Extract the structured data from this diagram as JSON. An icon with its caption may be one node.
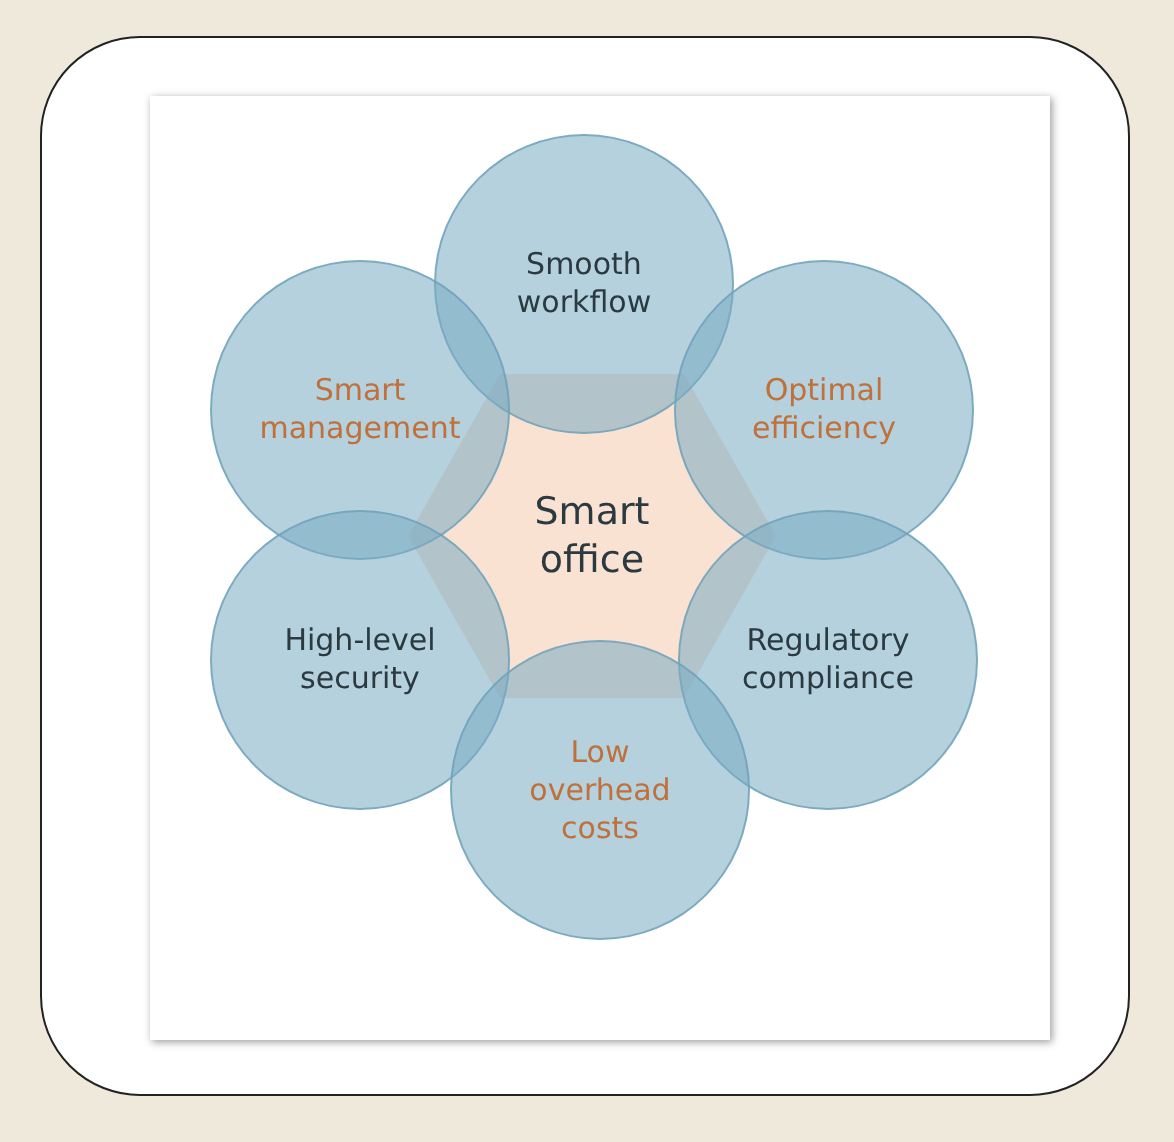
{
  "diagram": {
    "nodes": [
      {
        "text": [
          "Smooth workflow"
        ]
      },
      {
        "text": [
          "Smart management"
        ]
      },
      {
        "text": [
          "Optimal efficiency"
        ]
      },
      {
        "text": [
          "Smart office"
        ]
      },
      {
        "text": [
          "High-level security"
        ]
      },
      {
        "text": [
          "Regulatory compliance"
        ]
      },
      {
        "text": [
          "Low overhead costs"
        ]
      }
    ]
  }
}
